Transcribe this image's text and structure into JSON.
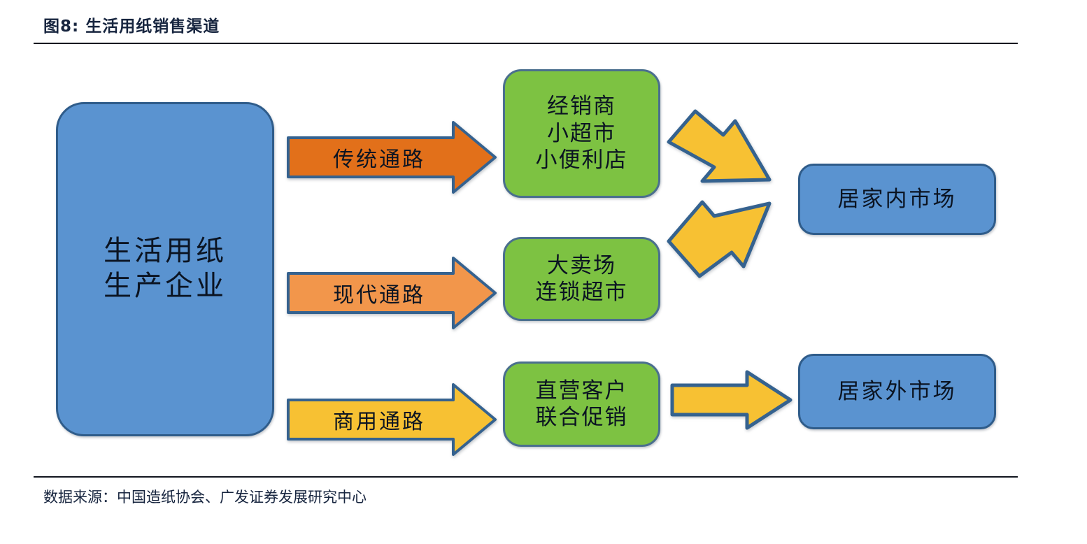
{
  "figure": {
    "title": "图8:  生活用纸销售渠道",
    "source": "数据来源：中国造纸协会、广发证券发展研究中心"
  },
  "colors": {
    "blue_fill": "#5A93D0",
    "green_fill": "#7DC242",
    "dark_orange": "#E2701A",
    "light_orange": "#F2964B",
    "yellow": "#F7C133",
    "border_blue": "#35628F",
    "text_dark": "#0B1422",
    "rule": "#11161F"
  },
  "diagram": {
    "type": "flowchart",
    "nodes": [
      {
        "id": "producer",
        "shape": "rounded-rectangle",
        "color": "blue_fill",
        "lines": [
          "生活用纸",
          "生产企业"
        ]
      },
      {
        "id": "dealer",
        "shape": "rounded-rectangle",
        "color": "green_fill",
        "lines": [
          "经销商",
          "小超市",
          "小便利店"
        ]
      },
      {
        "id": "hypermarket",
        "shape": "rounded-rectangle",
        "color": "green_fill",
        "lines": [
          "大卖场",
          "连锁超市"
        ]
      },
      {
        "id": "direct",
        "shape": "rounded-rectangle",
        "color": "green_fill",
        "lines": [
          "直营客户",
          "联合促销"
        ]
      },
      {
        "id": "in-home-market",
        "shape": "rounded-rectangle",
        "color": "blue_fill",
        "lines": [
          "居家内市场"
        ]
      },
      {
        "id": "out-home-market",
        "shape": "rounded-rectangle",
        "color": "blue_fill",
        "lines": [
          "居家外市场"
        ]
      }
    ],
    "channel_arrows": [
      {
        "id": "traditional",
        "label": "传统通路",
        "color": "#E2701A",
        "from": "producer",
        "to": "dealer",
        "direction": "right"
      },
      {
        "id": "modern",
        "label": "现代通路",
        "color": "#F2964B",
        "from": "producer",
        "to": "hypermarket",
        "direction": "right"
      },
      {
        "id": "commercial",
        "label": "商用通路",
        "color": "#F7C133",
        "from": "producer",
        "to": "direct",
        "direction": "right"
      }
    ],
    "link_arrows": [
      {
        "id": "dealer-to-in-home",
        "color": "#F7C133",
        "from": "dealer",
        "to": "in-home-market",
        "direction": "down-right"
      },
      {
        "id": "hypermarket-to-in-home",
        "color": "#F7C133",
        "from": "hypermarket",
        "to": "in-home-market",
        "direction": "up-right"
      },
      {
        "id": "direct-to-out-home",
        "color": "#F7C133",
        "from": "direct",
        "to": "out-home-market",
        "direction": "right"
      }
    ]
  }
}
